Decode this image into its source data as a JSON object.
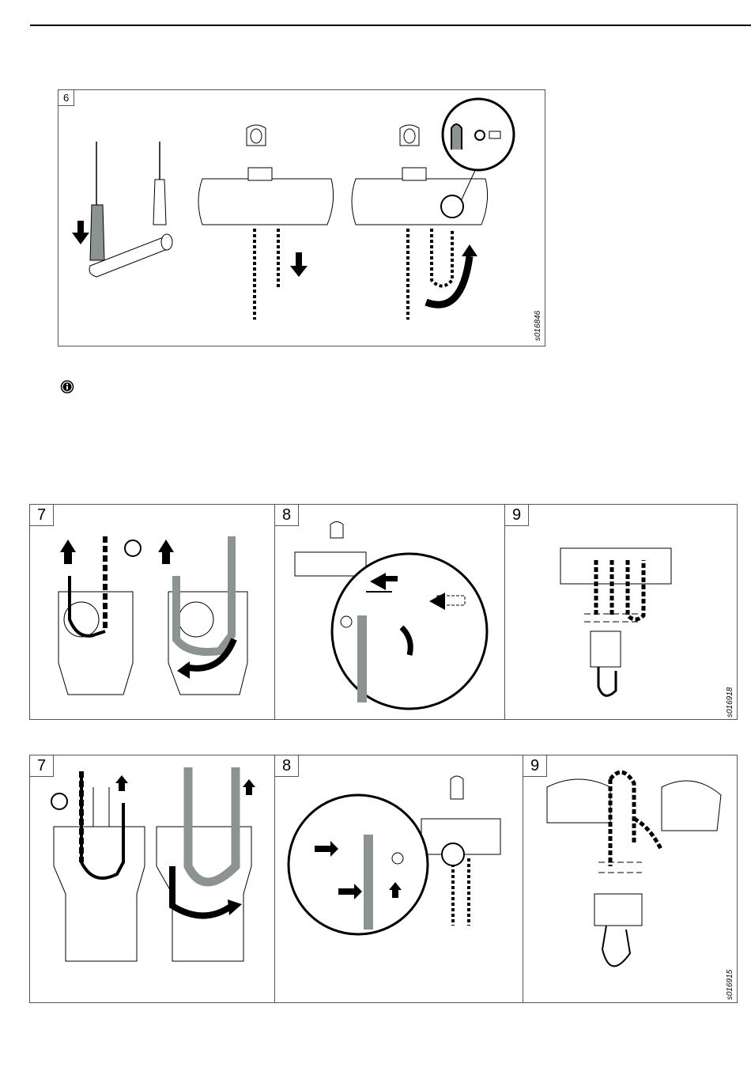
{
  "figure6": {
    "number": "6",
    "code": "s016846"
  },
  "row1": {
    "panels": [
      {
        "number": "7"
      },
      {
        "number": "8"
      },
      {
        "number": "9",
        "code": "s016918"
      }
    ]
  },
  "row2": {
    "panels": [
      {
        "number": "7"
      },
      {
        "number": "8"
      },
      {
        "number": "9",
        "code": "s016915"
      }
    ]
  },
  "icons": {
    "info": "info-icon",
    "arrow": "arrow-icon"
  },
  "colors": {
    "ink": "#000000",
    "chain_grey": "#8c9391",
    "frame": "#555555"
  }
}
